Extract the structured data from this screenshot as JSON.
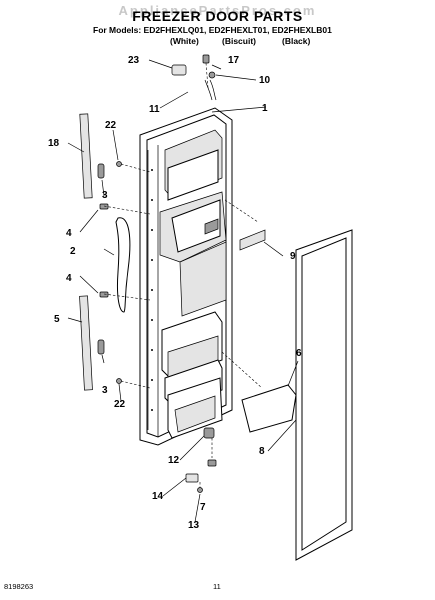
{
  "watermark": "AppliancePartsPros.com",
  "title": "FREEZER DOOR PARTS",
  "models_line": "For Models: ED2FHEXLQ01, ED2FHEXLT01, ED2FHEXLB01",
  "variants": [
    "(White)",
    "(Biscuit)",
    "(Black)"
  ],
  "callouts": [
    "1",
    "2",
    "3",
    "3",
    "4",
    "4",
    "5",
    "6",
    "7",
    "8",
    "9",
    "10",
    "11",
    "12",
    "13",
    "14",
    "17",
    "18",
    "22",
    "22",
    "23"
  ],
  "footer": {
    "doc_number": "8198263",
    "page": "11"
  }
}
